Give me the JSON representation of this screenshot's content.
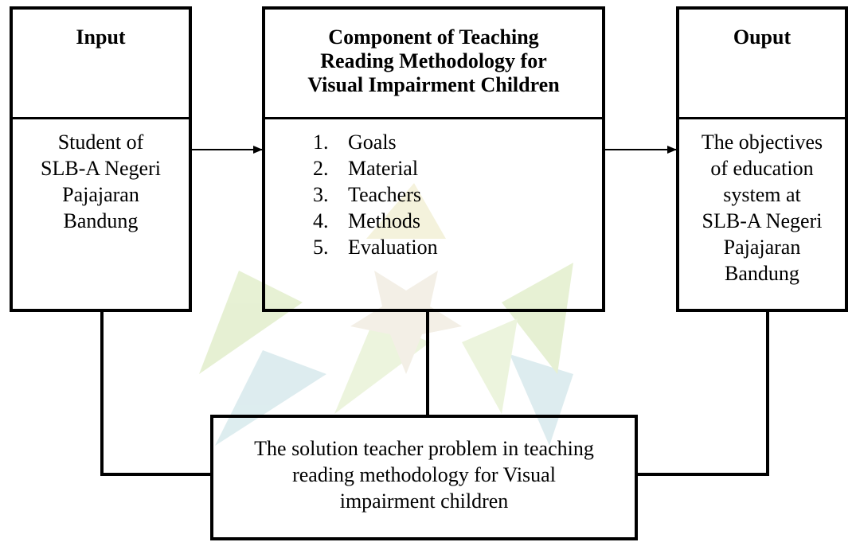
{
  "input_box": {
    "title": "Input",
    "lines": [
      "Student of",
      "SLB-A Negeri",
      "Pajajaran",
      "Bandung"
    ]
  },
  "component_box": {
    "title_lines": [
      "Component of Teaching",
      "Reading Methodology for",
      "Visual Impairment Children"
    ],
    "items": [
      {
        "num": "1.",
        "label": "Goals"
      },
      {
        "num": "2.",
        "label": "Material"
      },
      {
        "num": "3.",
        "label": "Teachers"
      },
      {
        "num": "4.",
        "label": "Methods"
      },
      {
        "num": "5.",
        "label": "Evaluation"
      }
    ]
  },
  "output_box": {
    "title": "Ouput",
    "lines": [
      "The objectives",
      "of education",
      "system at",
      "SLB-A Negeri",
      "Pajajaran",
      "Bandung"
    ]
  },
  "solution_box": {
    "lines": [
      "The solution teacher problem in teaching",
      "reading methodology for Visual",
      "impairment children"
    ]
  },
  "colors": {
    "line": "#000000",
    "watermark_green": "#c9dfa0",
    "watermark_teal": "#b4d6dc",
    "watermark_star": "#e6dcc8"
  }
}
